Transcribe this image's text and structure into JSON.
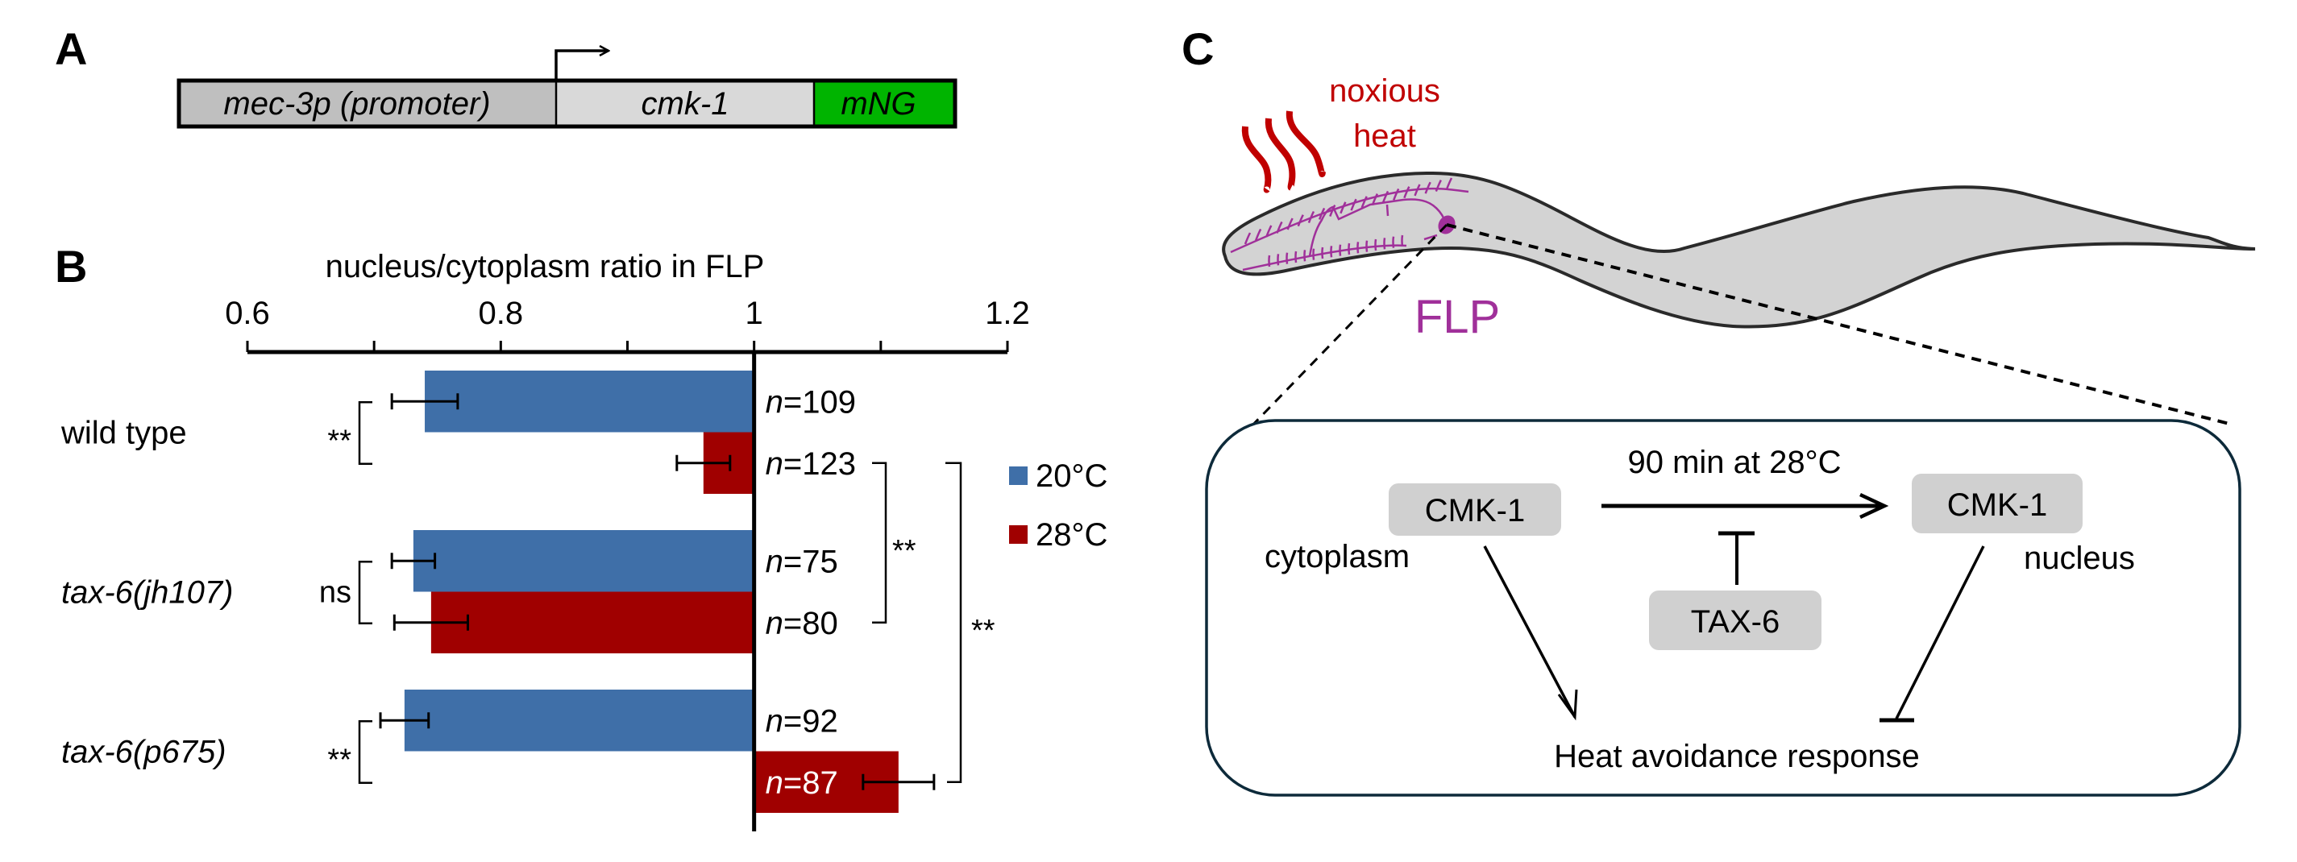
{
  "panels": {
    "a": {
      "letter": "A",
      "construct": [
        {
          "label": "mec-3p (promoter)",
          "color": "#bfbfbf"
        },
        {
          "label": "cmk-1",
          "color": "#d9d9d9"
        },
        {
          "label": "mNG",
          "color": "#00b400"
        }
      ]
    },
    "b": {
      "letter": "B"
    },
    "c": {
      "letter": "C",
      "stimulus": {
        "line1": "noxious",
        "line2": "heat",
        "color": "#c00000"
      },
      "neuron_label": "FLP",
      "neuron_color": "#a0309a",
      "diagram": {
        "node_cytoplasm": "CMK-1",
        "node_nucleus": "CMK-1",
        "node_regulator": "TAX-6",
        "label_cytoplasm": "cytoplasm",
        "label_nucleus": "nucleus",
        "translocation_condition": "90 min at 28°C",
        "output": "Heat avoidance response"
      }
    }
  },
  "chart_data": {
    "type": "bar",
    "orientation": "horizontal",
    "title": "nucleus/cytoplasm ratio in FLP",
    "xlabel": "nucleus/cytoplasm ratio in FLP",
    "ylabel": "",
    "xlim": [
      0.6,
      1.2
    ],
    "baseline": 1.0,
    "ticks": [
      "0.6",
      "0.8",
      "1",
      "1.2"
    ],
    "tick_values": [
      0.6,
      0.8,
      1.0,
      1.2
    ],
    "minor_tick_values": [
      0.7,
      0.9,
      1.1
    ],
    "grid": false,
    "legend_position": "right",
    "categories": [
      "wild type",
      "tax-6(jh107)",
      "tax-6(p675)"
    ],
    "category_italic": [
      false,
      true,
      true
    ],
    "series": [
      {
        "name": "20°C",
        "color": "#3f6fa8",
        "values": [
          0.74,
          0.731,
          0.724
        ],
        "sem": [
          0.026,
          0.017,
          0.019
        ],
        "n": [
          "n=109",
          "n=75",
          "n=92"
        ]
      },
      {
        "name": "28°C",
        "color": "#a00000",
        "values": [
          0.96,
          0.745,
          1.114
        ],
        "sem": [
          0.021,
          0.029,
          0.028
        ],
        "n": [
          "n=123",
          "n=80",
          "n=87"
        ]
      }
    ],
    "within_group_significance": [
      "**",
      "ns",
      "**"
    ],
    "between_group_significance": [
      {
        "from": "wild type 28°C",
        "to": "tax-6(jh107) 28°C",
        "label": "**"
      },
      {
        "from": "wild type 28°C",
        "to": "tax-6(p675) 28°C",
        "label": "**"
      }
    ]
  }
}
